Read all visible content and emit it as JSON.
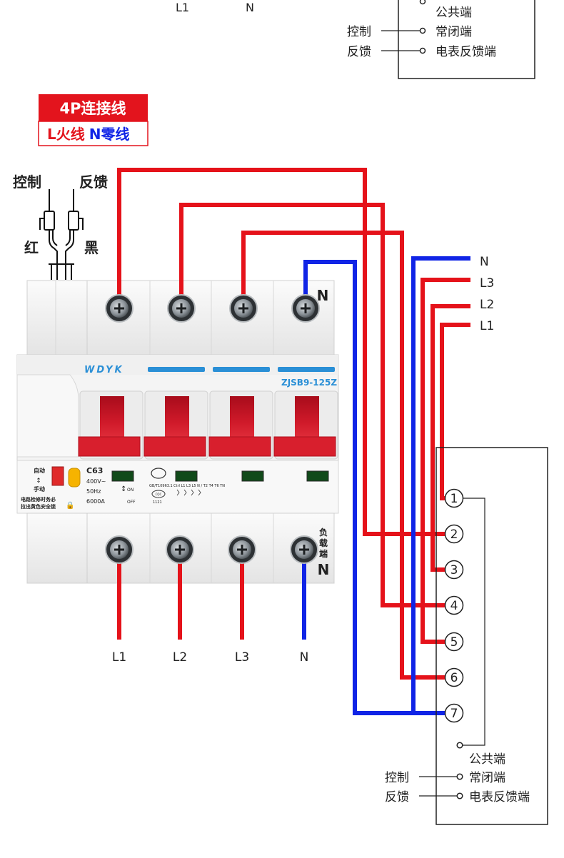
{
  "colors": {
    "live": "#e5121a",
    "neutral": "#1024e6",
    "title_bg": "#e3141d"
  },
  "top_fragment": {
    "supply_labels": [
      "L1",
      "N"
    ],
    "terminal_labels": [
      "公共端",
      "常闭端",
      "电表反馈端"
    ],
    "side_labels": [
      "控制",
      "反馈"
    ]
  },
  "title": {
    "main": "4P连接线",
    "live_part": "L火线",
    "neutral_part": "N零线"
  },
  "plug": {
    "control": "控制",
    "feedback": "反馈",
    "red": "红",
    "black": "黑"
  },
  "breaker": {
    "brand": "WDYK",
    "model": "ZJSB9-125Z",
    "neutral_mark": "N",
    "rating_lines": [
      "C63",
      "400V~",
      "50Hz",
      "6000A"
    ],
    "auto_manual": [
      "自动",
      "手动"
    ],
    "switch_states": [
      "ON",
      "OFF"
    ],
    "warning_lines": [
      "电路检修时务必",
      "拉出黄色安全锁"
    ],
    "standard": "GB/T10963.1",
    "load_side": [
      "负",
      "载",
      "端"
    ],
    "load_neutral": "N",
    "cert": "CQC",
    "cert_code": "1121",
    "circuit_codes": "Ctrl L1 L3 L5 N / T2 T4 T6 TN"
  },
  "supply_labels": [
    "N",
    "L3",
    "L2",
    "L1"
  ],
  "load_labels": [
    "L1",
    "L2",
    "L3",
    "N"
  ],
  "terminal_numbers": [
    "1",
    "2",
    "3",
    "4",
    "5",
    "6",
    "7"
  ],
  "bottom_terminals": {
    "common": "公共端",
    "nc": "常闭端",
    "meter": "电表反馈端"
  },
  "bottom_side_labels": {
    "control": "控制",
    "feedback": "反馈"
  }
}
